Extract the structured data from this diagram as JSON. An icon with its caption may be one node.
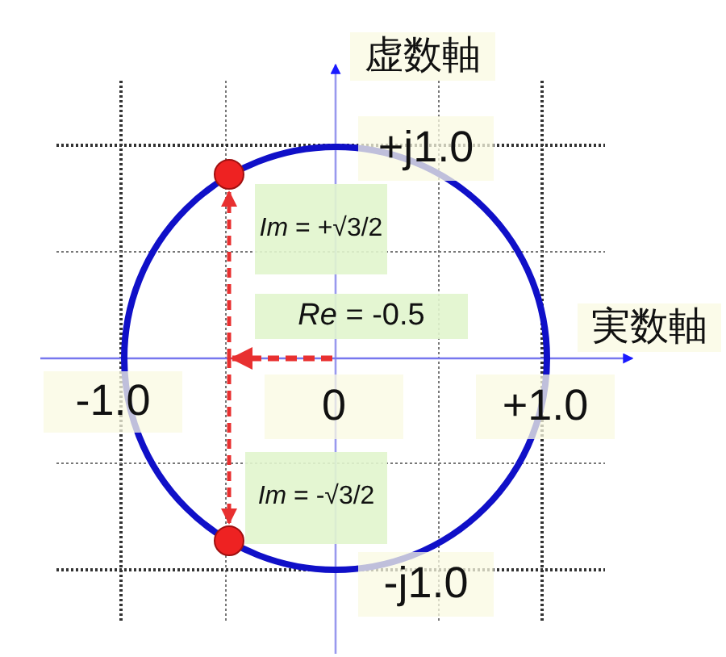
{
  "diagram": {
    "labels": [
      "虚数軸",
      "+j1.0",
      "*Im* = +√3/2",
      "*Re* = -0.5",
      "実数軸",
      "-1.0",
      "0",
      "+1.0",
      "*Im* = -√3/2",
      "-j1.0"
    ]
  }
}
